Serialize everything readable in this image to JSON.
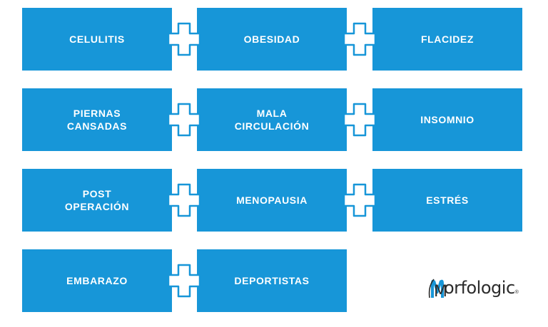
{
  "tiles": [
    "CELULITIS",
    "OBESIDAD",
    "FLACIDEZ",
    "PIERNAS\nCANSADAS",
    "MALA\nCIRCULACIÓN",
    "INSOMNIO",
    "POST\nOPERACIÓN",
    "MENOPAUSIA",
    "ESTRÉS",
    "EMBARAZO",
    "DEPORTISTAS"
  ],
  "logo": {
    "text": "orfologic",
    "mark": "M",
    "reg": "®"
  },
  "colors": {
    "tile": "#1796d8",
    "text": "#ffffff"
  },
  "icons": {
    "connector": "plus-icon"
  }
}
